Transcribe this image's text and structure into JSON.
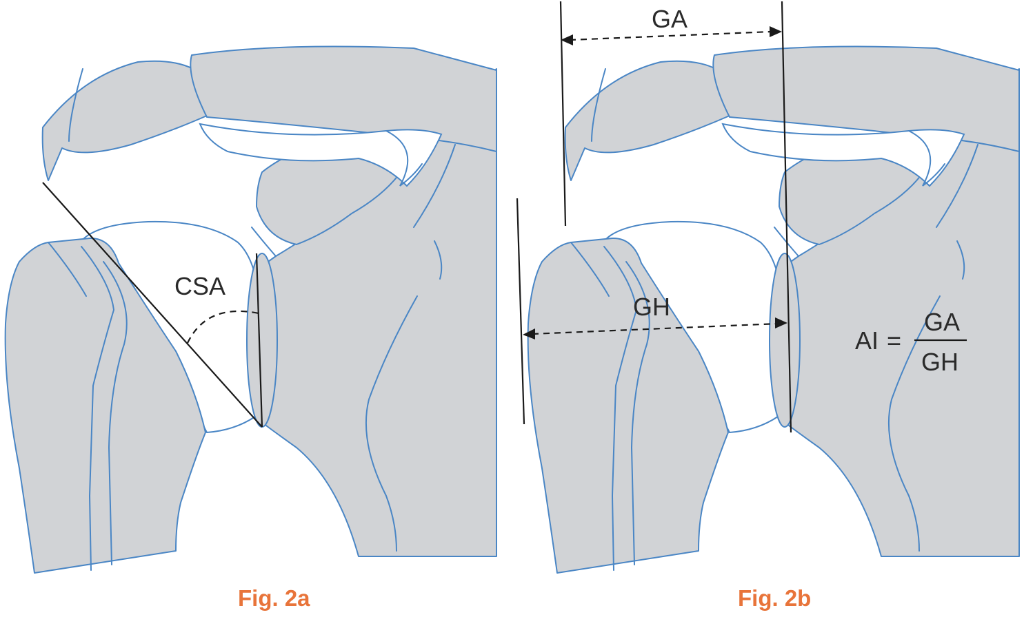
{
  "panels": [
    {
      "id": "2a",
      "caption": "Fig. 2a",
      "angle_label": "CSA"
    },
    {
      "id": "2b",
      "caption": "Fig. 2b",
      "distance_labels": {
        "acromion": "GA",
        "humerus": "GH"
      }
    }
  ],
  "formula": {
    "lhs": "AI",
    "equals": "=",
    "numerator": "GA",
    "denominator": "GH"
  },
  "colors": {
    "bone_fill": "#d1d3d6",
    "bone_outline": "#4a86c5",
    "caption": "#e8743a",
    "lines": "#1a1a1a"
  }
}
